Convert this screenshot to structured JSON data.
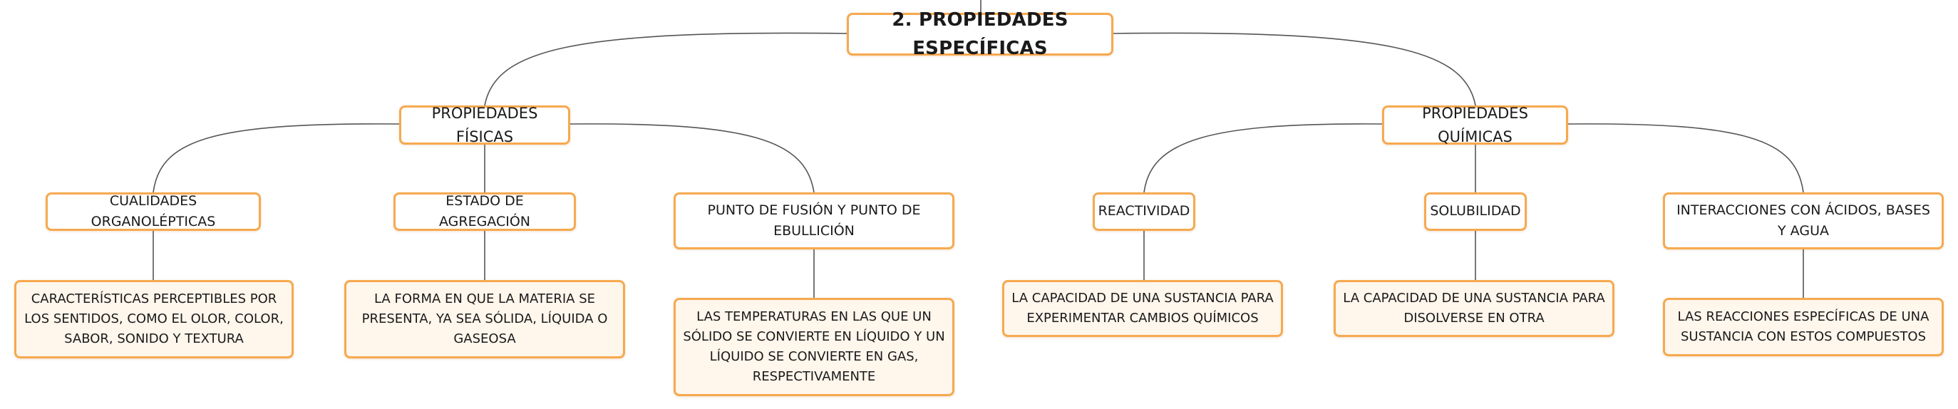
{
  "root": {
    "label": "2. PROPIEDADES ESPECÍFICAS"
  },
  "branches": {
    "fisicas": {
      "label": "PROPIEDADES FÍSICAS",
      "children": {
        "organolepticas": {
          "label": "CUALIDADES ORGANOLÉPTICAS",
          "description": "CARACTERÍSTICAS PERCEPTIBLES POR LOS SENTIDOS, COMO EL OLOR, COLOR, SABOR, SONIDO Y TEXTURA"
        },
        "agregacion": {
          "label": "ESTADO DE AGREGACIÓN",
          "description": "LA FORMA EN QUE LA MATERIA SE PRESENTA, YA SEA SÓLIDA, LÍQUIDA O GASEOSA"
        },
        "fusion": {
          "label": "PUNTO DE FUSIÓN Y PUNTO DE EBULLICIÓN",
          "description": "LAS TEMPERATURAS EN LAS QUE UN SÓLIDO SE CONVIERTE EN LÍQUIDO Y UN LÍQUIDO SE CONVIERTE EN GAS, RESPECTIVAMENTE"
        }
      }
    },
    "quimicas": {
      "label": "PROPIEDADES QUÍMICAS",
      "children": {
        "reactividad": {
          "label": "REACTIVIDAD",
          "description": "LA CAPACIDAD DE UNA SUSTANCIA PARA EXPERIMENTAR CAMBIOS QUÍMICOS"
        },
        "solubilidad": {
          "label": "SOLUBILIDAD",
          "description": "LA CAPACIDAD DE UNA SUSTANCIA PARA DISOLVERSE EN OTRA"
        },
        "interacciones": {
          "label": "INTERACCIONES CON ÁCIDOS, BASES Y AGUA",
          "description": "LAS REACCIONES ESPECÍFICAS DE UNA SUSTANCIA CON ESTOS COMPUESTOS"
        }
      }
    }
  },
  "colors": {
    "node_border": "#f6a94f",
    "description_fill": "#fff6ec",
    "connector": "#555555"
  }
}
